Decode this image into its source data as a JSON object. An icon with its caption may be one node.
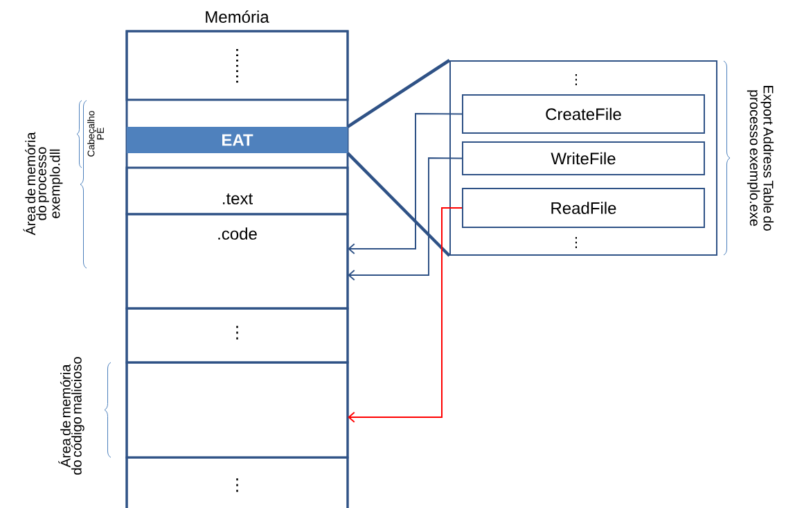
{
  "diagram": {
    "nodes": [
      {
        "text": [
          "Memória"
        ]
      },
      {
        "text": [
          "......."
        ],
        "in": 0
      },
      {
        "text": [
          "EAT"
        ],
        "in": 0
      },
      {
        "text": [
          ".text"
        ],
        "in": 0
      },
      {
        "text": [
          ".code"
        ],
        "in": 0
      },
      {
        "text": [
          "⋮"
        ],
        "in": 0
      },
      {
        "text": [],
        "shape": "box",
        "in": 0
      },
      {
        "text": [
          "⋮"
        ],
        "in": 0
      },
      {
        "text": [
          "⋮",
          "⋮"
        ]
      },
      {
        "text": [
          "CreateFile"
        ],
        "in": 8
      },
      {
        "text": [
          "WriteFile"
        ],
        "in": 8
      },
      {
        "text": [
          "ReadFile"
        ],
        "in": 8
      }
    ],
    "edges": [
      {
        "from": 2,
        "to": 8,
        "arrow": "none",
        "style": "thick"
      },
      {
        "from": 2,
        "to": 8,
        "arrow": "none",
        "style": "thick"
      },
      {
        "from": 9,
        "to": 4,
        "arrow": "to"
      },
      {
        "from": 10,
        "to": 4,
        "arrow": "to"
      },
      {
        "from": 11,
        "to": 6,
        "arrow": "to",
        "color": "#ff0000"
      }
    ],
    "labels": [
      "Cabeçalho PE",
      "Área de memória do processo exemplo.dll",
      "Área de memória do código malicioso",
      "Export Address Table do processo exemplo.exe"
    ]
  }
}
